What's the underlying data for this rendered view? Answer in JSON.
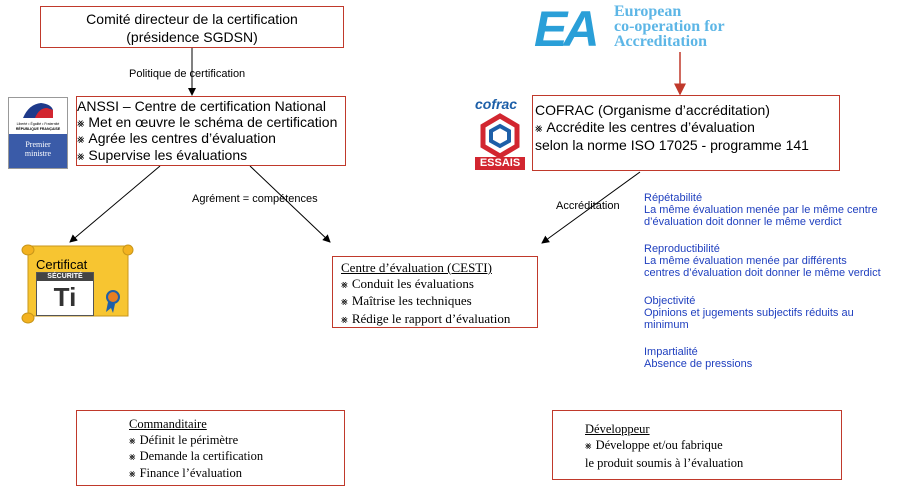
{
  "top_box": {
    "line1": "Comité directeur de la certification",
    "line2": "(présidence SGDSN)"
  },
  "label_politique": "Politique de certification",
  "anssi_box": {
    "title": "ANSSI – Centre de certification National",
    "items": [
      "Met en œuvre le schéma de certification",
      "Agrée les centres d’évaluation",
      "Supervise les évaluations"
    ]
  },
  "rf_logo": {
    "line1": "Liberté • Égalité • Fraternité",
    "line2": "RÉPUBLIQUE FRANÇAISE",
    "line3": "Premier",
    "line4": "ministre"
  },
  "ea_logo": {
    "letters": "EA",
    "line1": "European",
    "line2": "co-operation for",
    "line3": "Accreditation"
  },
  "cofrac_logo": {
    "top": "cofrac",
    "bottom": "ESSAIS"
  },
  "cofrac_box": {
    "line1": "COFRAC (Organisme d’accréditation)",
    "line2": "Accrédite les centres d’évaluation",
    "line3": "selon la norme ISO 17025 - programme 141"
  },
  "label_agrement": "Agrément = compétences",
  "label_accreditation": "Accréditation",
  "certificat": {
    "label": "Certificat",
    "badge_top": "SÉCURITÉ",
    "badge_ti": "Ti"
  },
  "cesti_box": {
    "title": "Centre d’évaluation (CESTI)",
    "items": [
      "Conduit les évaluations",
      "Maîtrise les techniques",
      "Rédige le rapport d’évaluation"
    ]
  },
  "criteria": [
    {
      "title": "Répétabilité",
      "lines": [
        "La même évaluation menée par le même centre",
        "d’évaluation doit donner le même verdict"
      ]
    },
    {
      "title": "Reproductibilité",
      "lines": [
        "La même évaluation menée par différents",
        "centres d’évaluation doit donner le même verdict"
      ]
    },
    {
      "title": "Objectivité",
      "lines": [
        "Opinions et jugements subjectifs réduits au",
        "minimum"
      ]
    },
    {
      "title": "Impartialité",
      "lines": [
        "Absence de pressions"
      ]
    }
  ],
  "commanditaire_box": {
    "title": "Commanditaire",
    "items": [
      "Définit le périmètre",
      "Demande la certification",
      "Finance l’évaluation"
    ]
  },
  "developpeur_box": {
    "title": "Développeur",
    "line1": "Développe et/ou fabrique",
    "line2": "le produit soumis à l’évaluation"
  },
  "colors": {
    "box_border": "#c0392b",
    "criteria_blue": "#1f3fbf",
    "ea_blue": "#2a9fd8",
    "cofrac_red": "#d22630",
    "cofrac_blue": "#1d5fa8",
    "scroll_yellow": "#f7c531"
  }
}
